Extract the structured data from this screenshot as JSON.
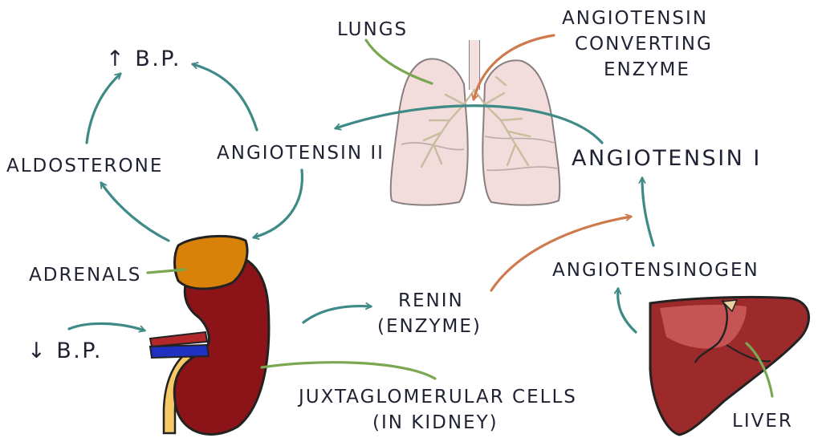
{
  "labels": {
    "up_bp": "↑ B.P.",
    "aldosterone": "ALDOSTERONE",
    "angiotensin_2": "ANGIOTENSIN II",
    "angiotensin_1": "ANGIOTENSIN I",
    "lungs": "LUNGS",
    "ace_line1": "ANGIOTENSIN",
    "ace_line2": "CONVERTING",
    "ace_line3": "ENZYME",
    "adrenals": "ADRENALS",
    "down_bp": "↓ B.P.",
    "renin_line1": "RENIN",
    "renin_line2": "(ENZYME)",
    "angiotensinogen": "ANGIOTENSINOGEN",
    "jg_line1": "JUXTAGLOMERULAR CELLS",
    "jg_line2": "(IN KIDNEY)",
    "liver": "LIVER"
  },
  "colors": {
    "pathway_arrow": "#3e8a86",
    "enzyme_arrow": "#cf7a4d",
    "pointer_line": "#7aa752",
    "kidney": "#8c1418",
    "adrenal": "#d8820a",
    "liver": "#9c2a2a",
    "lung": "#f2dcdc"
  }
}
